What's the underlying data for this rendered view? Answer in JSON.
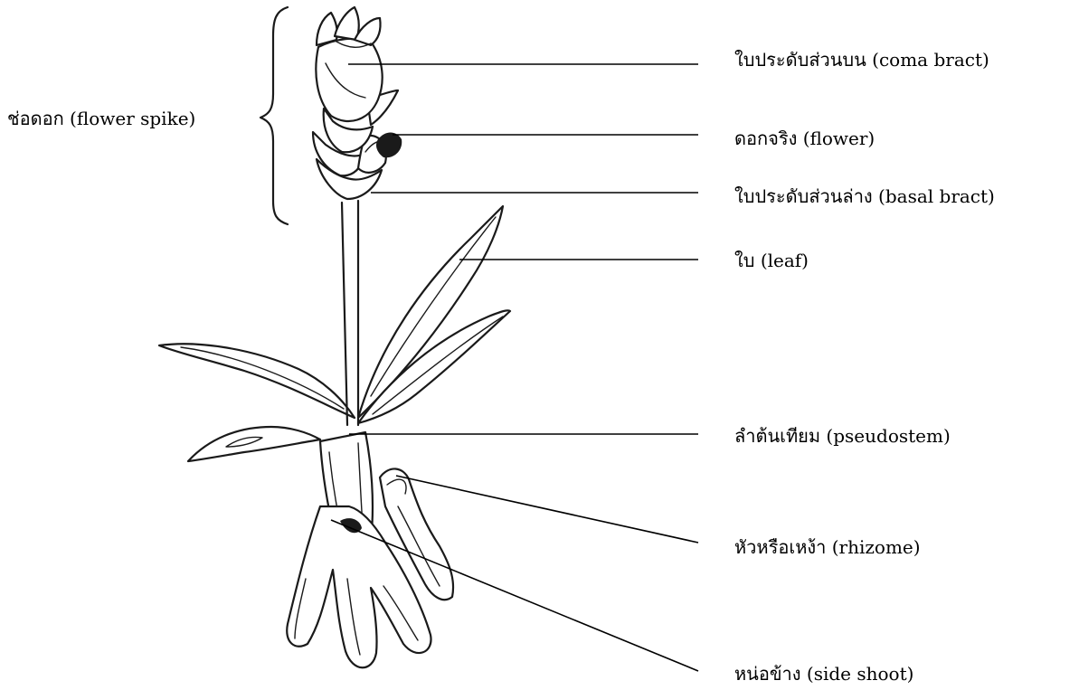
{
  "diagram": {
    "group_label": "ช่อดอก (flower spike)",
    "labels": [
      {
        "id": "coma-bract",
        "text": "ใบประดับส่วนบน (coma bract)"
      },
      {
        "id": "flower",
        "text": "ดอกจริง (flower)"
      },
      {
        "id": "basal-bract",
        "text": "ใบประดับส่วนล่าง (basal bract)"
      },
      {
        "id": "leaf",
        "text": "ใบ (leaf)"
      },
      {
        "id": "pseudostem",
        "text": "ลำต้นเทียม (pseudostem)"
      },
      {
        "id": "rhizome",
        "text": "หัวหรือเหง้า (rhizome)"
      },
      {
        "id": "side-shoot",
        "text": "หน่อข้าง (side shoot)"
      }
    ]
  }
}
